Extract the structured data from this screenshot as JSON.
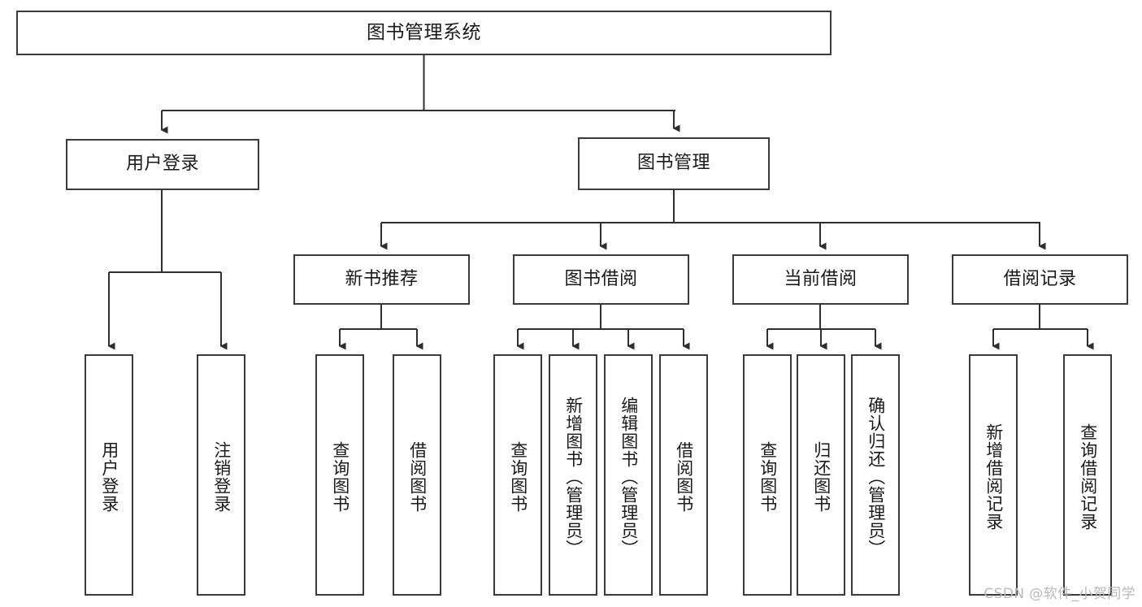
{
  "diagram": {
    "title": "图书管理系统",
    "type": "tree-hierarchy",
    "root": {
      "id": "root",
      "label": "图书管理系统"
    },
    "level2": [
      {
        "id": "user-login",
        "label": "用户登录"
      },
      {
        "id": "book-manage",
        "label": "图书管理"
      }
    ],
    "level3": [
      {
        "id": "new-book-recommend",
        "label": "新书推荐"
      },
      {
        "id": "book-borrow",
        "label": "图书借阅"
      },
      {
        "id": "current-borrow",
        "label": "当前借阅"
      },
      {
        "id": "borrow-record",
        "label": "借阅记录"
      }
    ],
    "leaves": {
      "user_login": [
        {
          "id": "leaf-user-login",
          "label": "用户登录"
        },
        {
          "id": "leaf-logout",
          "label": "注销登录"
        }
      ],
      "new_book_recommend": [
        {
          "id": "leaf-query-book-1",
          "label": "查询图书"
        },
        {
          "id": "leaf-borrow-book-1",
          "label": "借阅图书"
        }
      ],
      "book_borrow": [
        {
          "id": "leaf-query-book-2",
          "label": "查询图书"
        },
        {
          "id": "leaf-add-book",
          "label": "新增图书（管理员）"
        },
        {
          "id": "leaf-edit-book",
          "label": "编辑图书（管理员）"
        },
        {
          "id": "leaf-borrow-book-2",
          "label": "借阅图书"
        }
      ],
      "current_borrow": [
        {
          "id": "leaf-query-book-3",
          "label": "查询图书"
        },
        {
          "id": "leaf-return-book",
          "label": "归还图书"
        },
        {
          "id": "leaf-confirm-return",
          "label": "确认归还（管理员）"
        }
      ],
      "borrow_record": [
        {
          "id": "leaf-add-record",
          "label": "新增借阅记录"
        },
        {
          "id": "leaf-query-record",
          "label": "查询借阅记录"
        }
      ]
    }
  },
  "watermark": {
    "text": "CSDN @软件_小贺同学"
  },
  "colors": {
    "background": "#ffffff",
    "box_border": "#3a3a3a",
    "box_fill": "#ffffff",
    "text": "#1a1a1a",
    "connector": "#2e2e2e",
    "watermark": "#b9b9b9"
  }
}
